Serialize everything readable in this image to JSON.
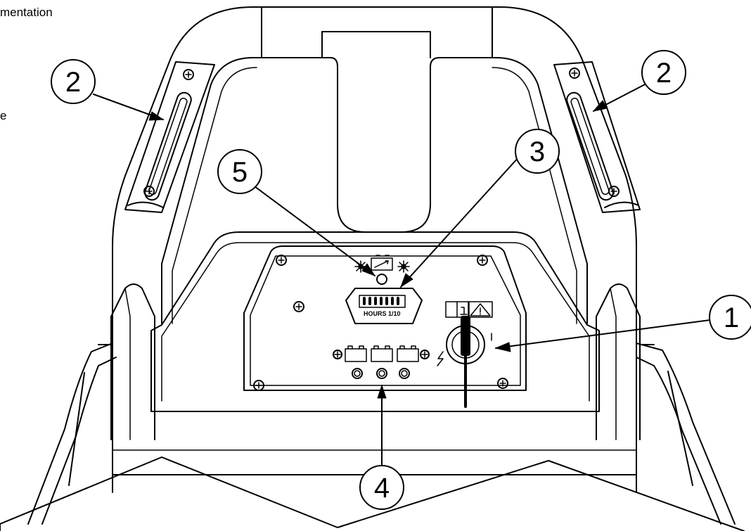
{
  "edge_text": {
    "top": "mentation",
    "middle": "e"
  },
  "hour_meter": {
    "label": "HOURS 1/10"
  },
  "callouts": [
    {
      "id": "key-switch",
      "number": "1"
    },
    {
      "id": "left-handle",
      "number": "2"
    },
    {
      "id": "right-handle",
      "number": "2"
    },
    {
      "id": "hour-meter",
      "number": "3"
    },
    {
      "id": "battery-indicators",
      "number": "4"
    },
    {
      "id": "battery-status-light",
      "number": "5"
    }
  ]
}
